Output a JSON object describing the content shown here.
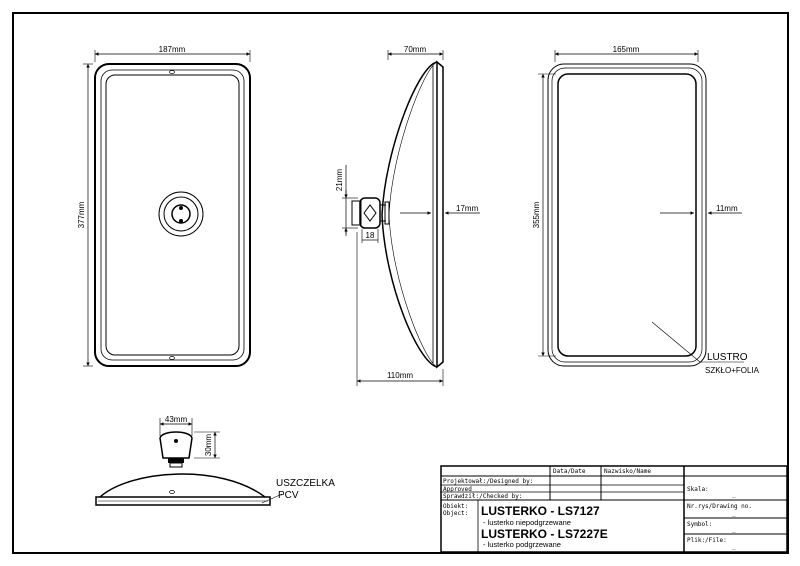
{
  "dimensions": {
    "front_width": "187mm",
    "front_height": "377mm",
    "side_depth_top": "70mm",
    "side_depth_bottom": "110mm",
    "side_offset": "17mm",
    "mount_height": "21mm",
    "mount_width": "18",
    "back_width": "165mm",
    "back_height": "355mm",
    "back_offset": "11mm",
    "bottom_mount_width": "43mm",
    "bottom_mount_height": "30mm"
  },
  "labels": {
    "glass_title": "LUSTRO",
    "glass_sub": "SZKŁO+FOLIA",
    "gasket_title": "USZCZELKA",
    "gasket_sub": "PCV"
  },
  "title_block": {
    "header_date": "Data/Date",
    "header_name": "Nazwisko/Name",
    "designed_by": "Projektował:/Designed by:",
    "approved": "Approved",
    "checked_by": "Sprawdził:/Checked by:",
    "object_label_pl": "Obiekt:",
    "object_label_en": "Object:",
    "object_title_1": "LUSTERKO - LS7127",
    "object_sub_1": "- lusterko niepodgrzewane",
    "object_title_2": "LUSTERKO - LS7227E",
    "object_sub_2": "- lusterko podgrzewane",
    "scale_label": "Skala:",
    "scale_value": "_",
    "drawing_no_label": "Nr.rys/Drawing no.",
    "drawing_no_value": "_",
    "symbol_label": "Symbol:",
    "symbol_value": "_",
    "file_label": "Plik:/File:",
    "file_value": "_"
  }
}
